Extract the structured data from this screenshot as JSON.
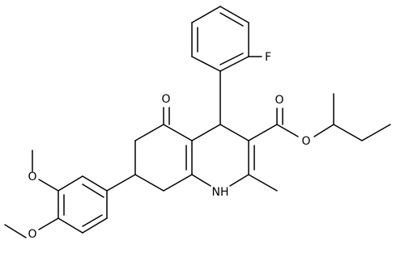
{
  "molecule": {
    "atoms": {
      "fluorine": "F",
      "ketone_oxygen": "O",
      "ester_carbonyl_oxygen": "O",
      "ester_ether_oxygen": "O",
      "methoxy_oxygen_3": "O",
      "methoxy_oxygen_4": "O",
      "nh_group": "NH"
    },
    "colors": {
      "bond": "#000000",
      "label": "#000000",
      "background": "#ffffff"
    }
  }
}
